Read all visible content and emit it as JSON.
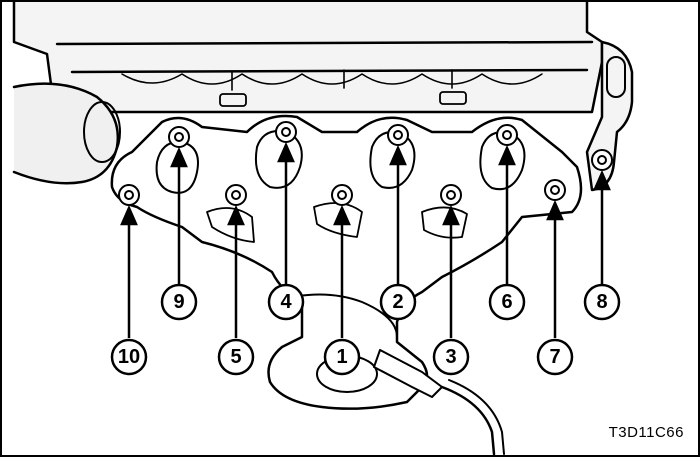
{
  "diagram": {
    "figure_code": "T3D11C66",
    "bolt_callouts": [
      "10",
      "9",
      "5",
      "4",
      "1",
      "2",
      "3",
      "6",
      "7",
      "8"
    ]
  }
}
